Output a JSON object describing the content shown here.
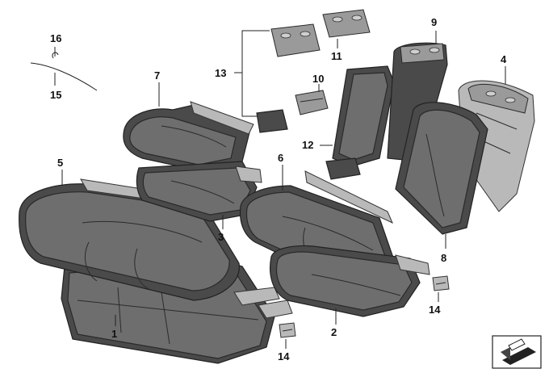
{
  "labels": {
    "p1": "1",
    "p2": "2",
    "p3": "3",
    "p5": "5",
    "p6": "6",
    "p7": "7",
    "p8": "8",
    "p9": "9",
    "p4": "4",
    "p10": "10",
    "p11": "11",
    "p12": "12",
    "p13": "13",
    "p14a": "14",
    "p14b": "14",
    "p15": "15",
    "p16": "16"
  },
  "colors": {
    "upholstery": "#6e6e6e",
    "trim": "#9a9a9a",
    "frame": "#b9b9b9"
  },
  "icons": {
    "view_symbol": "seat-view-icon"
  }
}
